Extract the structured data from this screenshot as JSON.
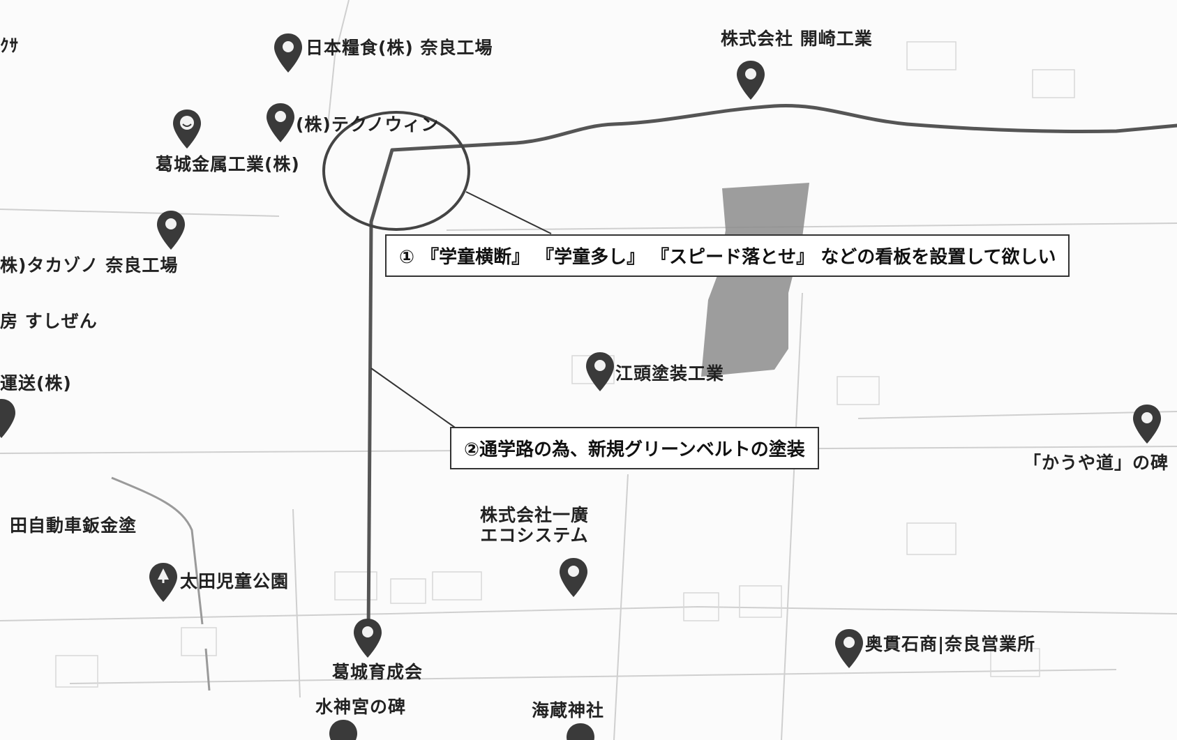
{
  "labels": {
    "l_kusa": "ｸｻ",
    "nihon": "日本糧食(株) 奈良工場",
    "kaisaki": "株式会社 開崎工業",
    "technowin": "(株)テクノウィン",
    "katsuragi_kinzoku": "葛城金属工業(株)",
    "takazono": "株)タカゾノ 奈良工場",
    "suzen": "房 すしぜん",
    "unso": "運送(株)",
    "eto": "江頭塗装工業",
    "kouyamichi": "「かうや道」の碑",
    "bankin": "田自動車鈑金塗",
    "eco_line1": "株式会社一廣",
    "eco_line2": "エコシステム",
    "ota_park": "太田児童公園",
    "ikuseikai": "葛城育成会",
    "suijin": "水神宮の碑",
    "kaizou": "海蔵神社",
    "okugi": "奥貫石商|奈良営業所"
  },
  "callouts": {
    "sign_request": "① 『学童横断』 『学童多し』 『スピード落とせ』 などの看板を設置して欲しい",
    "green_belt": "②通学路の為、新規グリーンベルトの塗装"
  },
  "icons": {
    "pin": "map-pin-icon",
    "smiley_pin": "smiley-pin-icon",
    "park_pin": "park-pin-icon"
  },
  "colors": {
    "route": "#555555",
    "pin": "#3a3a3a",
    "text": "#222222",
    "building": "#8c8c8c",
    "road_faint": "#cfcfcf"
  }
}
